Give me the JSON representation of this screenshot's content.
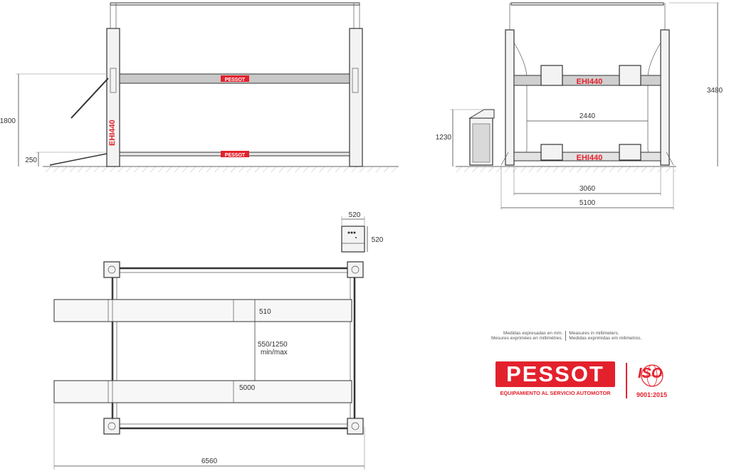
{
  "brand": {
    "name": "PESSOT",
    "tagline": "EQUIPAMIENTO AL SERVICIO AUTOMOTOR",
    "iso_mark": "ISO",
    "iso_standard": "9001:2015",
    "color": "#e3212d"
  },
  "model": "EHI440",
  "units_note": {
    "es": "Medidas expresadas en mm.",
    "fr": "Mesures exprimées en millimètres.",
    "en": "Measures in millimeters.",
    "pt": "Medidas exprimidas em milimetros."
  },
  "side_view": {
    "height_label": "1800",
    "ramp_label": "250",
    "beam_brand": "PESSOT",
    "platform_brand": "PESSOT"
  },
  "front_view": {
    "total_height": "3480",
    "cabinet_height": "1230",
    "inner_width": "2440",
    "post_width": "3060",
    "overall_width": "5100"
  },
  "control_box": {
    "width": "520",
    "depth": "520"
  },
  "plan_view": {
    "runway_width": "510",
    "gap_range": "550/1250",
    "gap_note": "min/max",
    "runway_length": "5000",
    "overall_length": "6560"
  }
}
